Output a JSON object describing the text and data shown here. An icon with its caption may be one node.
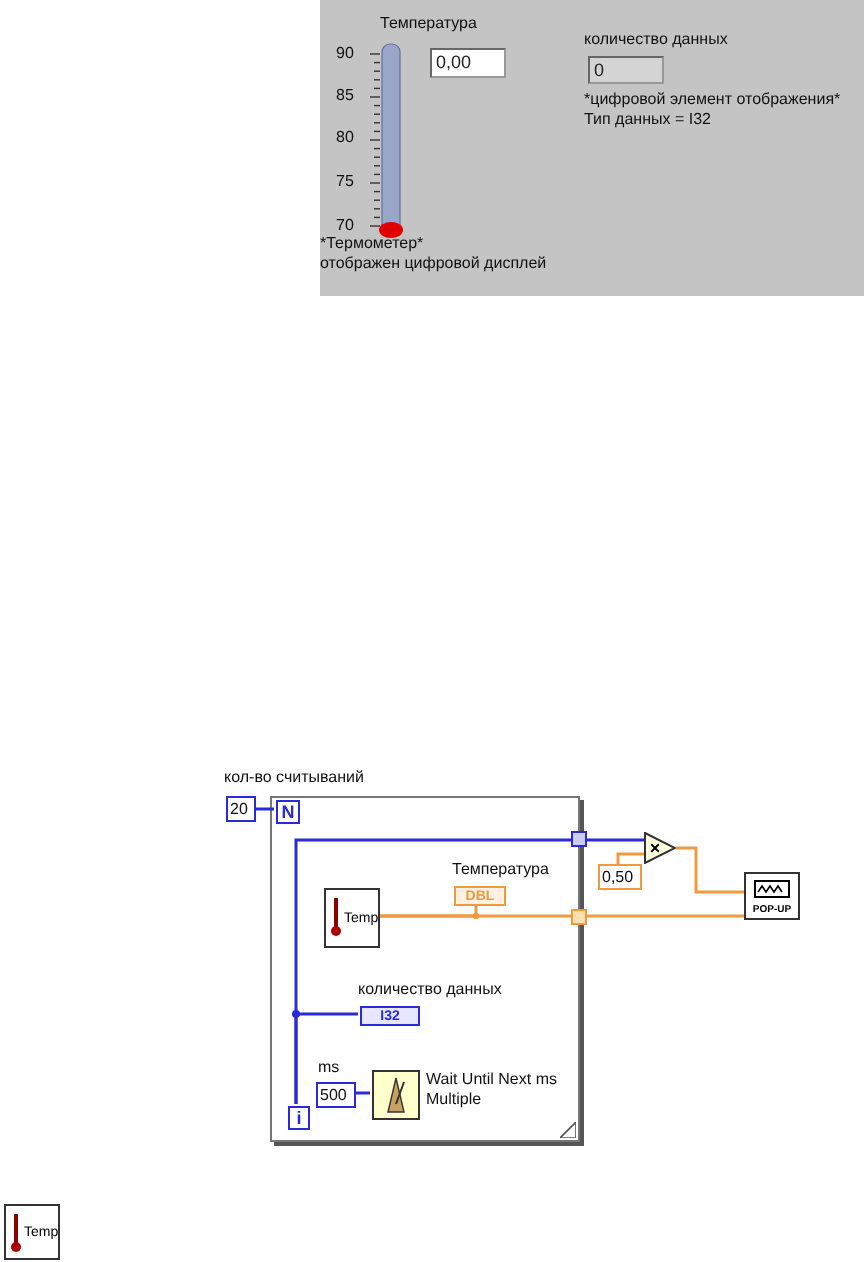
{
  "diagram": {
    "nodes": [
      {
        "text": [],
        "shape": "box"
      },
      {
        "text": [
          "0,00"
        ],
        "in": 0
      },
      {
        "text": [
          "0"
        ],
        "in": 0,
        "beside": [
          "количество данных"
        ]
      },
      {
        "text": [
          "20"
        ],
        "beside": [
          "кол-во считываний"
        ]
      },
      {
        "text": [],
        "shape": "box"
      },
      {
        "text": [
          "N"
        ],
        "in": 4
      },
      {
        "text": [
          "×"
        ]
      },
      {
        "text": [
          "Temp"
        ],
        "in": 4
      },
      {
        "text": [
          "DBL"
        ],
        "in": 4,
        "beside": [
          "Температура"
        ]
      },
      {
        "text": [
          "0,50"
        ]
      },
      {
        "text": [
          "POP-UP"
        ]
      },
      {
        "text": [
          "I32"
        ],
        "in": 4,
        "beside": [
          "количество данных"
        ]
      },
      {
        "text": [
          "500"
        ],
        "in": 4,
        "beside": [
          "ms"
        ]
      },
      {
        "text": [],
        "shape": "picture",
        "in": 4,
        "beside": [
          "Wait Until Next ms Multiple"
        ]
      },
      {
        "text": [
          "i"
        ],
        "in": 4
      },
      {
        "text": [
          "Temp"
        ]
      }
    ],
    "edges": [
      {
        "from": 3,
        "to": 5,
        "arrow": "none",
        "color": "#2a2ad8"
      },
      {
        "from": 14,
        "to": 11,
        "arrow": "none",
        "color": "#2a2ad8"
      },
      {
        "from": 14,
        "to": 6,
        "arrow": "none",
        "color": "#2a2ad8"
      },
      {
        "from": 9,
        "to": 6,
        "arrow": "none",
        "color": "#f09a40"
      },
      {
        "from": 6,
        "to": 10,
        "arrow": "none",
        "color": "#f09a40"
      },
      {
        "from": 7,
        "to": 8,
        "arrow": "none",
        "color": "#f09a40"
      },
      {
        "from": 7,
        "to": 10,
        "arrow": "none",
        "color": "#f09a40"
      },
      {
        "from": 12,
        "to": 13,
        "arrow": "none",
        "color": "#2a2ad8"
      }
    ],
    "labels": [
      "Температура",
      "90",
      "85",
      "80",
      "75",
      "70",
      "*цифровой элемент отображения*",
      "Тип данных = I32",
      "*Термометер*",
      "отображен цифровой дисплей"
    ]
  }
}
